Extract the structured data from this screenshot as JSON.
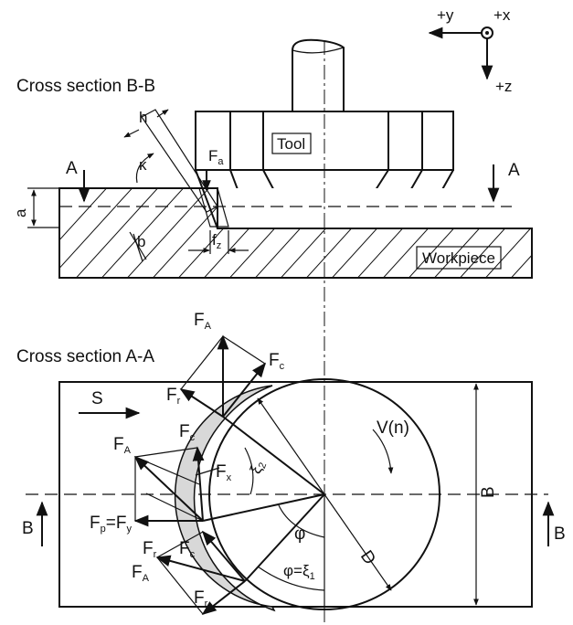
{
  "axes": {
    "y": "+y",
    "x": "+x",
    "z": "+z"
  },
  "sections": {
    "bb": "Cross section B-B",
    "aa": "Cross section A-A"
  },
  "labels": {
    "tool": "Tool",
    "workpiece": "Workpiece",
    "h": "h",
    "kappa": "κ",
    "a": "a",
    "b_small": "b",
    "fz_main": "f",
    "fz_sub": "z",
    "fa_main": "F",
    "fa_sub": "a",
    "sec_a_left": "A",
    "sec_a_right": "A",
    "sec_b_left": "B",
    "sec_b_right": "B",
    "S": "S",
    "V": "V(n)",
    "B_big": "B",
    "D": "D",
    "xi2_main": "ξ",
    "xi2_sub": "2",
    "phi": "φ",
    "phi_eq_main": "φ=ξ",
    "phi_eq_sub": "1",
    "FA_top_main": "F",
    "FA_top_sub": "A",
    "Fc_top_main": "F",
    "Fc_top_sub": "c",
    "Fr_top_main": "F",
    "Fr_top_sub": "r",
    "FA_mid_main": "F",
    "FA_mid_sub": "A",
    "Fc_mid_main": "F",
    "Fc_mid_sub": "c",
    "Fx_main": "F",
    "Fx_sub": "x",
    "Fp_main": "F",
    "Fp_sub": "p",
    "Fy_eq": "=F",
    "Fy_sub": "y",
    "Fr_mid_main": "F",
    "Fr_mid_sub": "r",
    "Fc_bot_main": "F",
    "Fc_bot_sub": "c",
    "FA_bot_main": "F",
    "FA_bot_sub": "A",
    "Fr_bot_main": "F",
    "Fr_bot_sub": "r"
  }
}
